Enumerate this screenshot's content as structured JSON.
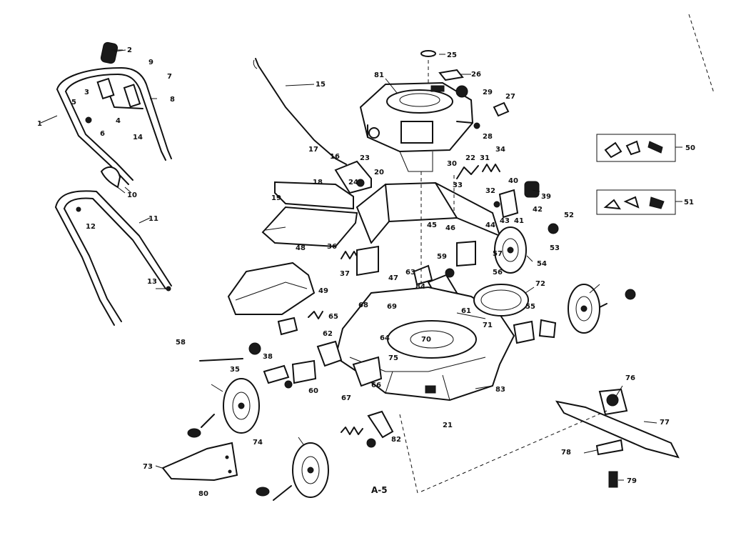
{
  "caption": "A-5",
  "labels": [
    "1",
    "2",
    "3",
    "4",
    "5",
    "6",
    "7",
    "8",
    "9",
    "10",
    "11",
    "12",
    "13",
    "14",
    "15",
    "16",
    "17",
    "18",
    "19",
    "20",
    "21",
    "22",
    "23",
    "24",
    "25",
    "26",
    "27",
    "28",
    "29",
    "30",
    "31",
    "32",
    "33",
    "34",
    "35",
    "36",
    "37",
    "38",
    "39",
    "40",
    "41",
    "42",
    "43",
    "44",
    "45",
    "46",
    "47",
    "48",
    "49",
    "50",
    "51",
    "52",
    "53",
    "54",
    "55",
    "56",
    "57",
    "58",
    "59",
    "60",
    "61",
    "62",
    "63",
    "64",
    "65",
    "66",
    "67",
    "68",
    "69",
    "70",
    "71",
    "72",
    "73",
    "74",
    "75",
    "76",
    "77",
    "78",
    "79",
    "80",
    "81",
    "82",
    "83",
    "84"
  ]
}
